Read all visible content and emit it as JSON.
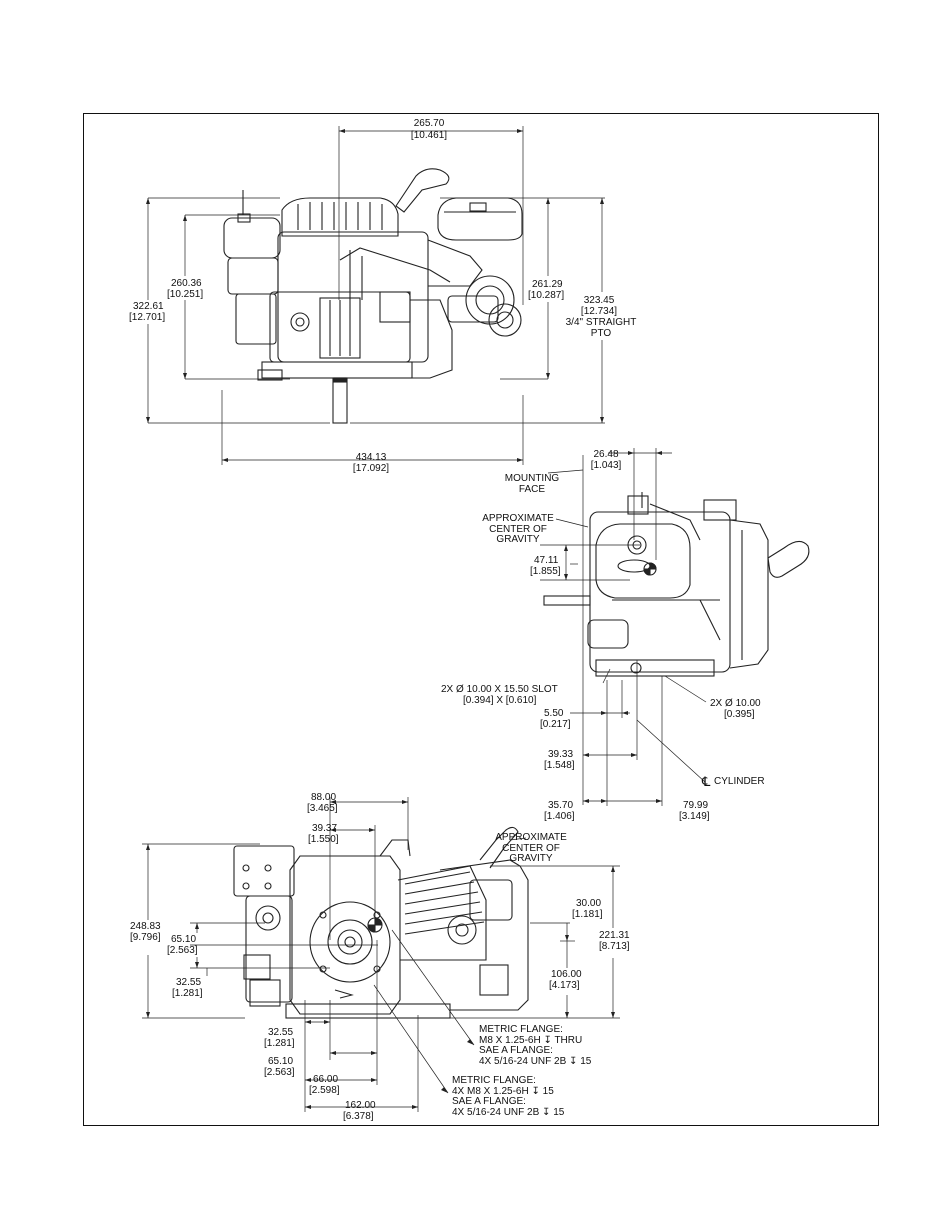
{
  "views": {
    "top": {
      "dims": [
        {
          "id": "width-265",
          "mm": "265.70",
          "in": "[10.461]"
        },
        {
          "id": "height-260",
          "mm": "260.36",
          "in": "[10.251]"
        },
        {
          "id": "height-322",
          "mm": "322.61",
          "in": "[12.701]"
        },
        {
          "id": "height-261",
          "mm": "261.29",
          "in": "[10.287]"
        },
        {
          "id": "height-323",
          "mm": "323.45",
          "in": "[12.734]",
          "extra1": "3/4\" STRAIGHT",
          "extra2": "PTO"
        },
        {
          "id": "width-434",
          "mm": "434.13",
          "in": "[17.092]"
        }
      ]
    },
    "side": {
      "dims": [
        {
          "id": "dim-26",
          "mm": "26.48",
          "in": "[1.043]"
        },
        {
          "id": "dim-47",
          "mm": "47.11",
          "in": "[1.855]"
        },
        {
          "id": "dim-5",
          "mm": "5.50",
          "in": "[0.217]"
        },
        {
          "id": "dim-39",
          "mm": "39.33",
          "in": "[1.548]"
        },
        {
          "id": "dim-35",
          "mm": "35.70",
          "in": "[1.406]"
        },
        {
          "id": "dim-79",
          "mm": "79.99",
          "in": "[3.149]"
        }
      ],
      "mounting_face": [
        "MOUNTING",
        "FACE"
      ],
      "cog": [
        "APPROXIMATE",
        "CENTER OF",
        "GRAVITY"
      ],
      "slot": [
        "2X Ø 10.00 X 15.50 SLOT",
        "[0.394] X [0.610]"
      ],
      "hole": [
        "2X Ø 10.00",
        "[0.395]"
      ],
      "cylinder": "CYLINDER",
      "cl_symbol": "℄"
    },
    "bottom": {
      "dims": [
        {
          "id": "dim-88",
          "mm": "88.00",
          "in": "[3.465]"
        },
        {
          "id": "dim-39b",
          "mm": "39.37",
          "in": "[1.550]"
        },
        {
          "id": "dim-248",
          "mm": "248.83",
          "in": "[9.796]"
        },
        {
          "id": "dim-65a",
          "mm": "65.10",
          "in": "[2.563]"
        },
        {
          "id": "dim-32a",
          "mm": "32.55",
          "in": "[1.281]"
        },
        {
          "id": "dim-30",
          "mm": "30.00",
          "in": "[1.181]"
        },
        {
          "id": "dim-221",
          "mm": "221.31",
          "in": "[8.713]"
        },
        {
          "id": "dim-106",
          "mm": "106.00",
          "in": "[4.173]"
        },
        {
          "id": "dim-32b",
          "mm": "32.55",
          "in": "[1.281]"
        },
        {
          "id": "dim-65b",
          "mm": "65.10",
          "in": "[2.563]"
        },
        {
          "id": "dim-66",
          "mm": "66.00",
          "in": "[2.598]"
        },
        {
          "id": "dim-162",
          "mm": "162.00",
          "in": "[6.378]"
        }
      ],
      "cog": [
        "APPROXIMATE",
        "CENTER OF",
        "GRAVITY"
      ],
      "flange1": [
        "METRIC FLANGE:",
        "M8 X 1.25-6H ↧ THRU",
        "SAE A FLANGE:",
        "4X 5/16-24 UNF 2B ↧ 15"
      ],
      "flange2": [
        "METRIC FLANGE:",
        "4X M8 X 1.25-6H ↧ 15",
        "SAE A FLANGE:",
        "4X 5/16-24 UNF 2B ↧ 15"
      ]
    }
  }
}
